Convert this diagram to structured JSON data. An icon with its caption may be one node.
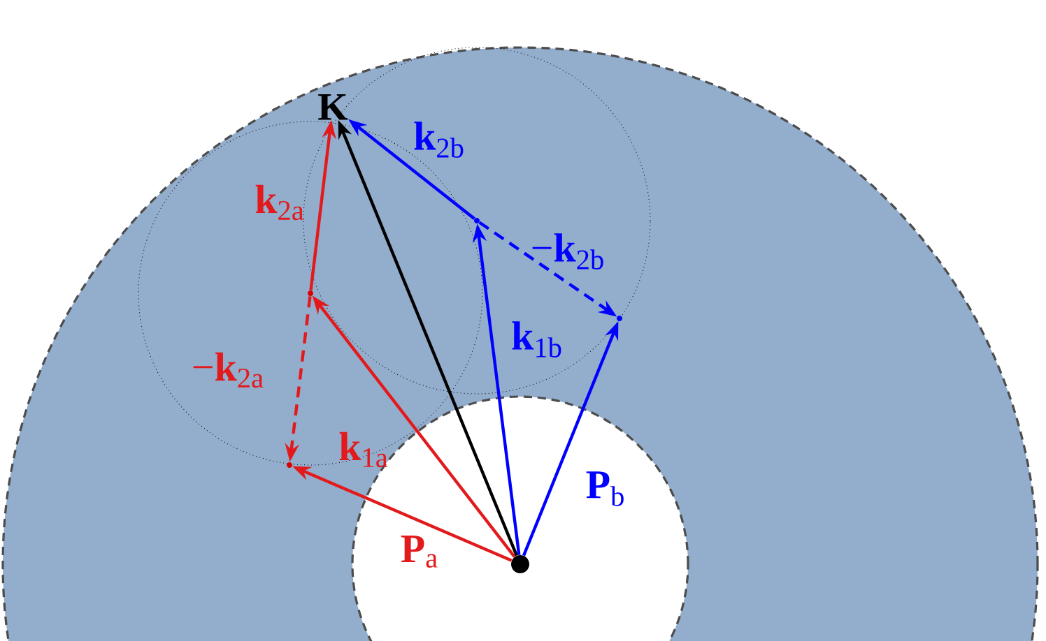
{
  "diagram": {
    "nodes": [
      {
        "text": [],
        "shape": "circle"
      },
      {
        "text": [],
        "shape": "point"
      },
      {
        "text": [],
        "shape": "point"
      },
      {
        "text": [
          "**K**"
        ]
      },
      {
        "text": [],
        "shape": "point"
      },
      {
        "text": [],
        "shape": "point"
      }
    ],
    "edges": [
      {
        "from": 0,
        "to": 1,
        "arrow": "to",
        "label": "**P**$_{a}$",
        "color": "#e31a1c"
      },
      {
        "from": 0,
        "to": 2,
        "arrow": "to",
        "label": "**k**$_{1a}$",
        "color": "#e31a1c"
      },
      {
        "from": 2,
        "to": 3,
        "arrow": "to",
        "label": "**k**$_{2a}$",
        "color": "#e31a1c"
      },
      {
        "from": 2,
        "to": 1,
        "arrow": "to",
        "label": "−**k**$_{2a}$",
        "color": "#e31a1c",
        "style": "dashed"
      },
      {
        "from": 0,
        "to": 3,
        "arrow": "to",
        "color": "#000000"
      },
      {
        "from": 0,
        "to": 4,
        "arrow": "to",
        "label": "**k**$_{1b}$",
        "color": "#0000ff"
      },
      {
        "from": 4,
        "to": 3,
        "arrow": "to",
        "label": "**k**$_{2b}$",
        "color": "#0000ff"
      },
      {
        "from": 4,
        "to": 5,
        "arrow": "to",
        "label": "−**k**$_{2b}$",
        "color": "#0000ff",
        "style": "dashed"
      },
      {
        "from": 0,
        "to": 5,
        "arrow": "to",
        "label": "**P**$_{b}$",
        "color": "#0000ff"
      }
    ]
  }
}
